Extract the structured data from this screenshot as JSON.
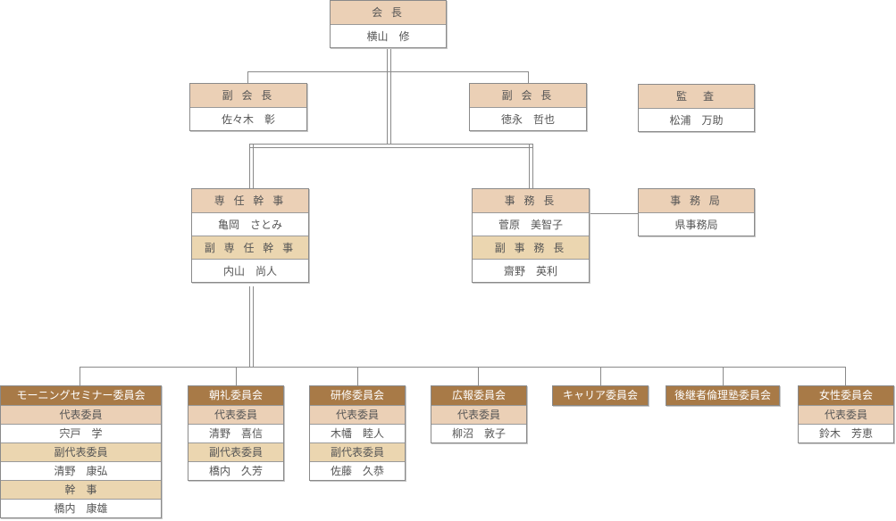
{
  "president": {
    "title": "会 長",
    "name": "横山　修"
  },
  "vice_presidents": [
    {
      "title": "副 会 長",
      "name": "佐々木　彰"
    },
    {
      "title": "副 会 長",
      "name": "徳永　哲也"
    }
  ],
  "auditor": {
    "title": "監　査",
    "name": "松浦　万助"
  },
  "executive_director": {
    "title": "専 任 幹 事",
    "name": "亀岡　さとみ",
    "deputy_title": "副 専 任 幹 事",
    "deputy_name": "内山　尚人"
  },
  "secretary_general": {
    "title": "事 務 長",
    "name": "菅原　美智子",
    "deputy_title": "副 事 務 長",
    "deputy_name": "齋野　英利"
  },
  "secretariat": {
    "title": "事 務 局",
    "name": "県事務局"
  },
  "committees": [
    {
      "title": "モーニングセミナー委員会",
      "rows": [
        {
          "role": "代表委員",
          "name": "宍戸　学"
        },
        {
          "role": "副代表委員",
          "name": "清野　康弘"
        },
        {
          "role": "幹　事",
          "name": "橋内　康雄"
        }
      ]
    },
    {
      "title": "朝礼委員会",
      "rows": [
        {
          "role": "代表委員",
          "name": "清野　喜信"
        },
        {
          "role": "副代表委員",
          "name": "橋内　久芳"
        }
      ]
    },
    {
      "title": "研修委員会",
      "rows": [
        {
          "role": "代表委員",
          "name": "木幡　睦人"
        },
        {
          "role": "副代表委員",
          "name": "佐藤　久恭"
        }
      ]
    },
    {
      "title": "広報委員会",
      "rows": [
        {
          "role": "代表委員",
          "name": "柳沼　敦子"
        }
      ]
    },
    {
      "title": "キャリア委員会",
      "rows": []
    },
    {
      "title": "後継者倫理塾委員会",
      "rows": []
    },
    {
      "title": "女性委員会",
      "rows": [
        {
          "role": "代表委員",
          "name": "鈴木　芳恵"
        }
      ]
    }
  ],
  "colors": {
    "header": "#ebd0b6",
    "subheader": "#ebd6b0",
    "committee_title": "#a87a47",
    "border": "#8a8a8a"
  }
}
